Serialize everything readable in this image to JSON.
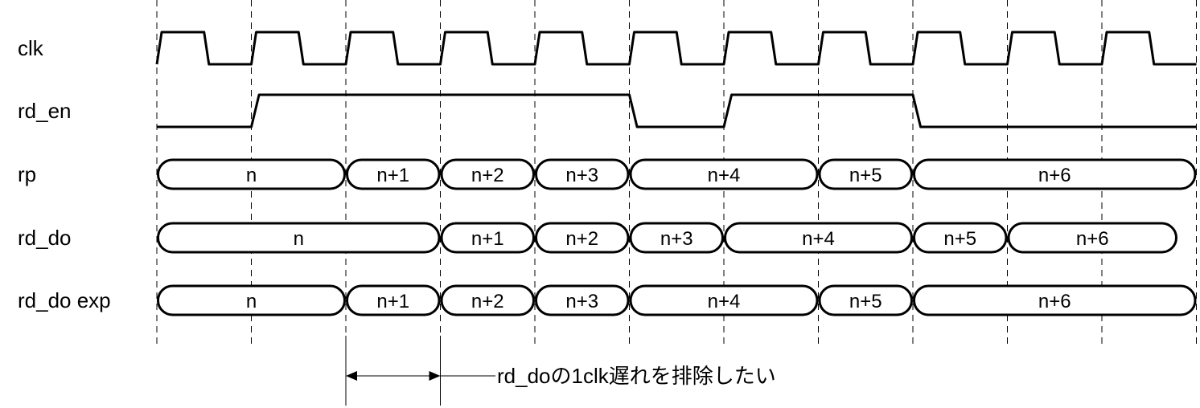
{
  "signals": [
    {
      "id": "clk",
      "label": "clk",
      "type": "clock"
    },
    {
      "id": "rd_en",
      "label": "rd_en",
      "type": "logic",
      "transitions": [
        {
          "t": 0,
          "v": 0
        },
        {
          "t": 1,
          "v": 1
        },
        {
          "t": 5,
          "v": 0
        },
        {
          "t": 6,
          "v": 1
        },
        {
          "t": 8,
          "v": 0
        },
        {
          "t": 11,
          "v": 0
        }
      ]
    },
    {
      "id": "rp",
      "label": "rp",
      "type": "bus",
      "segments": [
        {
          "start": 0,
          "end": 2,
          "value": "n"
        },
        {
          "start": 2,
          "end": 3,
          "value": "n+1"
        },
        {
          "start": 3,
          "end": 4,
          "value": "n+2"
        },
        {
          "start": 4,
          "end": 5,
          "value": "n+3"
        },
        {
          "start": 5,
          "end": 7,
          "value": "n+4"
        },
        {
          "start": 7,
          "end": 8,
          "value": "n+5"
        },
        {
          "start": 8,
          "end": 11,
          "value": "n+6"
        }
      ]
    },
    {
      "id": "rd_do",
      "label": "rd_do",
      "type": "bus",
      "segments": [
        {
          "start": 0,
          "end": 3,
          "value": "n"
        },
        {
          "start": 3,
          "end": 4,
          "value": "n+1"
        },
        {
          "start": 4,
          "end": 5,
          "value": "n+2"
        },
        {
          "start": 5,
          "end": 6,
          "value": "n+3"
        },
        {
          "start": 6,
          "end": 8,
          "value": "n+4"
        },
        {
          "start": 8,
          "end": 9,
          "value": "n+5"
        },
        {
          "start": 9,
          "end": 10.8,
          "value": "n+6"
        }
      ]
    },
    {
      "id": "rd_do_exp",
      "label": "rd_do exp",
      "type": "bus",
      "segments": [
        {
          "start": 0,
          "end": 2,
          "value": "n"
        },
        {
          "start": 2,
          "end": 3,
          "value": "n+1"
        },
        {
          "start": 3,
          "end": 4,
          "value": "n+2"
        },
        {
          "start": 4,
          "end": 5,
          "value": "n+3"
        },
        {
          "start": 5,
          "end": 7,
          "value": "n+4"
        },
        {
          "start": 7,
          "end": 8,
          "value": "n+5"
        },
        {
          "start": 8,
          "end": 11,
          "value": "n+6"
        }
      ]
    }
  ],
  "clock_cycles": 11,
  "annotation": {
    "text": "rd_doの1clk遅れを排除したい",
    "from_cycle": 2,
    "to_cycle": 3
  }
}
